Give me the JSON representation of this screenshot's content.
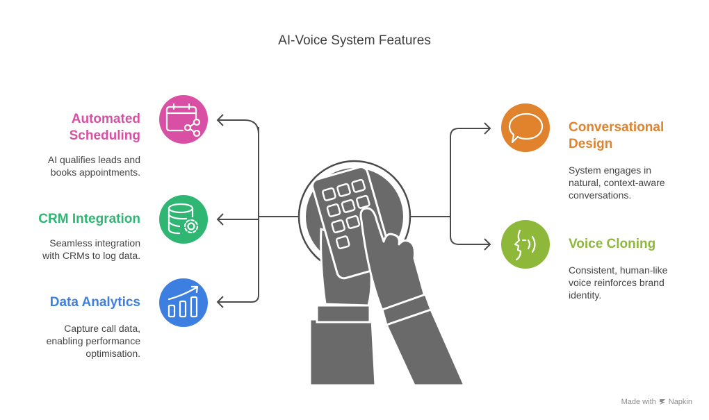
{
  "title": "AI-Voice System Features",
  "features": {
    "scheduling": {
      "title": "Automated Scheduling",
      "desc_lines": [
        "AI qualifies leads and",
        "books appointments."
      ],
      "color": "#d94fa3",
      "icon": "calendar-share-icon"
    },
    "crm": {
      "title": "CRM Integration",
      "desc_lines": [
        "Seamless integration",
        "with CRMs to log data."
      ],
      "color": "#2fb673",
      "icon": "database-gear-icon"
    },
    "analytics": {
      "title": "Data Analytics",
      "desc_lines": [
        "Capture call data,",
        "enabling performance",
        "optimisation."
      ],
      "color": "#3d7fe0",
      "icon": "bar-chart-trend-icon"
    },
    "conversational": {
      "title_lines": [
        "Conversational",
        "Design"
      ],
      "desc_lines": [
        "System engages in",
        "natural, context-aware",
        "conversations."
      ],
      "color": "#e0832c",
      "icon": "speech-bubble-icon"
    },
    "voice": {
      "title": "Voice Cloning",
      "desc_lines": [
        "Consistent, human-like",
        "voice reinforces brand",
        "identity."
      ],
      "color": "#8db83a",
      "icon": "speaking-head-icon"
    }
  },
  "center_icon": "hand-holding-phone-icon",
  "footer": {
    "label": "Made with",
    "brand": "Napkin"
  }
}
